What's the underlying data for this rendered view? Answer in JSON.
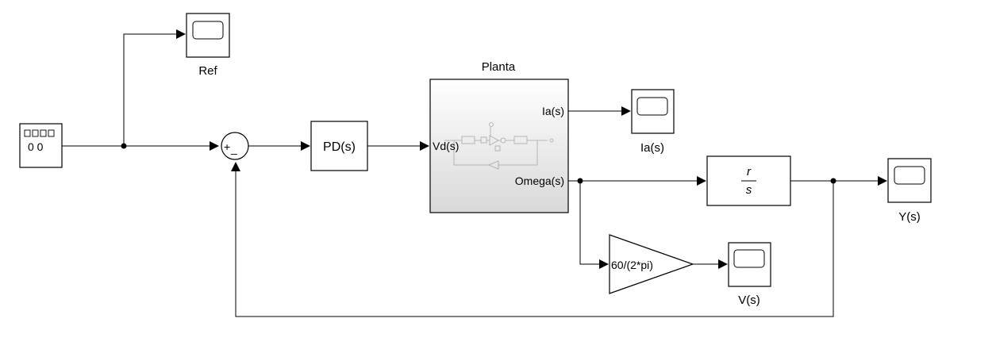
{
  "blocks": {
    "signal_builder": {
      "label": "0 0"
    },
    "sum": {
      "plus": "+",
      "minus": "_"
    },
    "controller": {
      "label": "PD(s)"
    },
    "plant": {
      "title": "Planta",
      "input_port": "Vd(s)",
      "output_port_1": "Ia(s)",
      "output_port_2": "Omega(s)"
    },
    "integrator": {
      "numerator": "r",
      "denominator": "s"
    },
    "gain": {
      "label": "60/(2*pi)"
    },
    "scopes": {
      "ref": "Ref",
      "ia": "Ia(s)",
      "y": "Y(s)",
      "v": "V(s)"
    }
  }
}
